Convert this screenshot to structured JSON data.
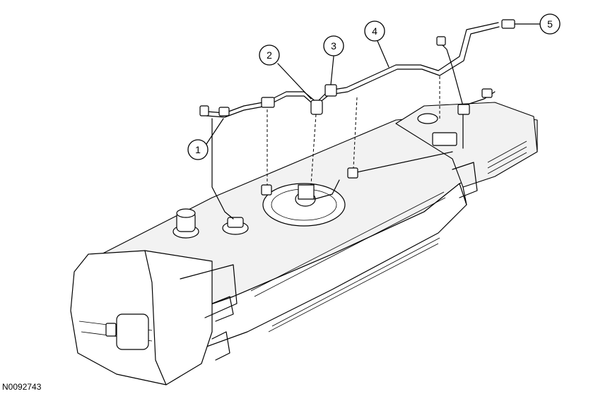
{
  "figure_id": "N0092743",
  "callouts": [
    {
      "label": "1"
    },
    {
      "label": "2"
    },
    {
      "label": "3"
    },
    {
      "label": "4"
    },
    {
      "label": "5"
    }
  ]
}
